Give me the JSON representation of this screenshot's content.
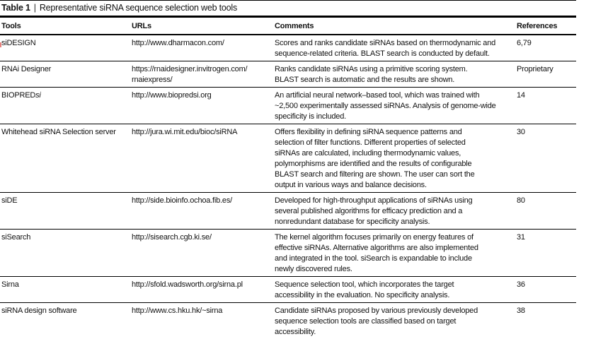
{
  "title": {
    "label": "Table 1",
    "separator": "|",
    "text": "Representative siRNA sequence selection web tools"
  },
  "columns": [
    "Tools",
    "URLs",
    "Comments",
    "References"
  ],
  "rows": [
    {
      "tool": "siDESIGN",
      "tool_italic": "",
      "url": "http://www.dharmacon.com/",
      "comments": "Scores and ranks candidate siRNAs based on thermodynamic and\nsequence-related criteria. BLAST search is conducted by default.",
      "ref": "6,79"
    },
    {
      "tool": "RNAi Designer",
      "tool_italic": "",
      "url": "https://rnaidesigner.invitrogen.com/\nrnaiexpress/",
      "comments": "Ranks candidate siRNAs using a primitive scoring system.\nBLAST search is automatic and the results are shown.",
      "ref": "Proprietary"
    },
    {
      "tool": "BIOPRED",
      "tool_italic": "si",
      "url": "http://www.biopredsi.org",
      "comments": "An artificial neural network–based tool, which was trained with\n~2,500 experimentally assessed siRNAs. Analysis of genome-wide\nspecificity is included.",
      "ref": "14"
    },
    {
      "tool": "Whitehead siRNA Selection server",
      "tool_italic": "",
      "url": "http://jura.wi.mit.edu/bioc/siRNA",
      "comments": "Offers flexibility in defining siRNA sequence patterns and\nselection of filter functions. Different properties of selected\nsiRNAs are calculated, including thermodynamic values,\npolymorphisms are identified and the results of configurable\nBLAST search and filtering are shown. The user can sort the\noutput in various ways and balance decisions.",
      "ref": "30"
    },
    {
      "tool": "siDE",
      "tool_italic": "",
      "url": "http://side.bioinfo.ochoa.fib.es/",
      "comments": "Developed for high-throughput applications of siRNAs using\nseveral published algorithms for efficacy prediction and a\nnonredundant database for specificity analysis.",
      "ref": "80"
    },
    {
      "tool": "siSearch",
      "tool_italic": "",
      "url": "http://sisearch.cgb.ki.se/",
      "comments": "The kernel algorithm focuses primarily on energy features of\neffective siRNAs. Alternative algorithms are also implemented\nand integrated in the tool. siSearch is expandable to include\nnewly discovered rules.",
      "ref": "31"
    },
    {
      "tool": "Sirna",
      "tool_italic": "",
      "url": "http://sfold.wadsworth.org/sirna.pl",
      "comments": "Sequence selection tool, which incorporates the target\naccessibility in the evaluation. No specificity analysis.",
      "ref": "36"
    },
    {
      "tool": "siRNA design software",
      "tool_italic": "",
      "url": "http://www.cs.hku.hk/~sirna",
      "comments": "Candidate siRNAs proposed by various previously developed\nsequence selection tools are classified based on target\naccessibility.",
      "ref": "38"
    }
  ],
  "colors": {
    "rule": "#000000",
    "text": "#111111",
    "artifact_red": "#e8837f"
  }
}
